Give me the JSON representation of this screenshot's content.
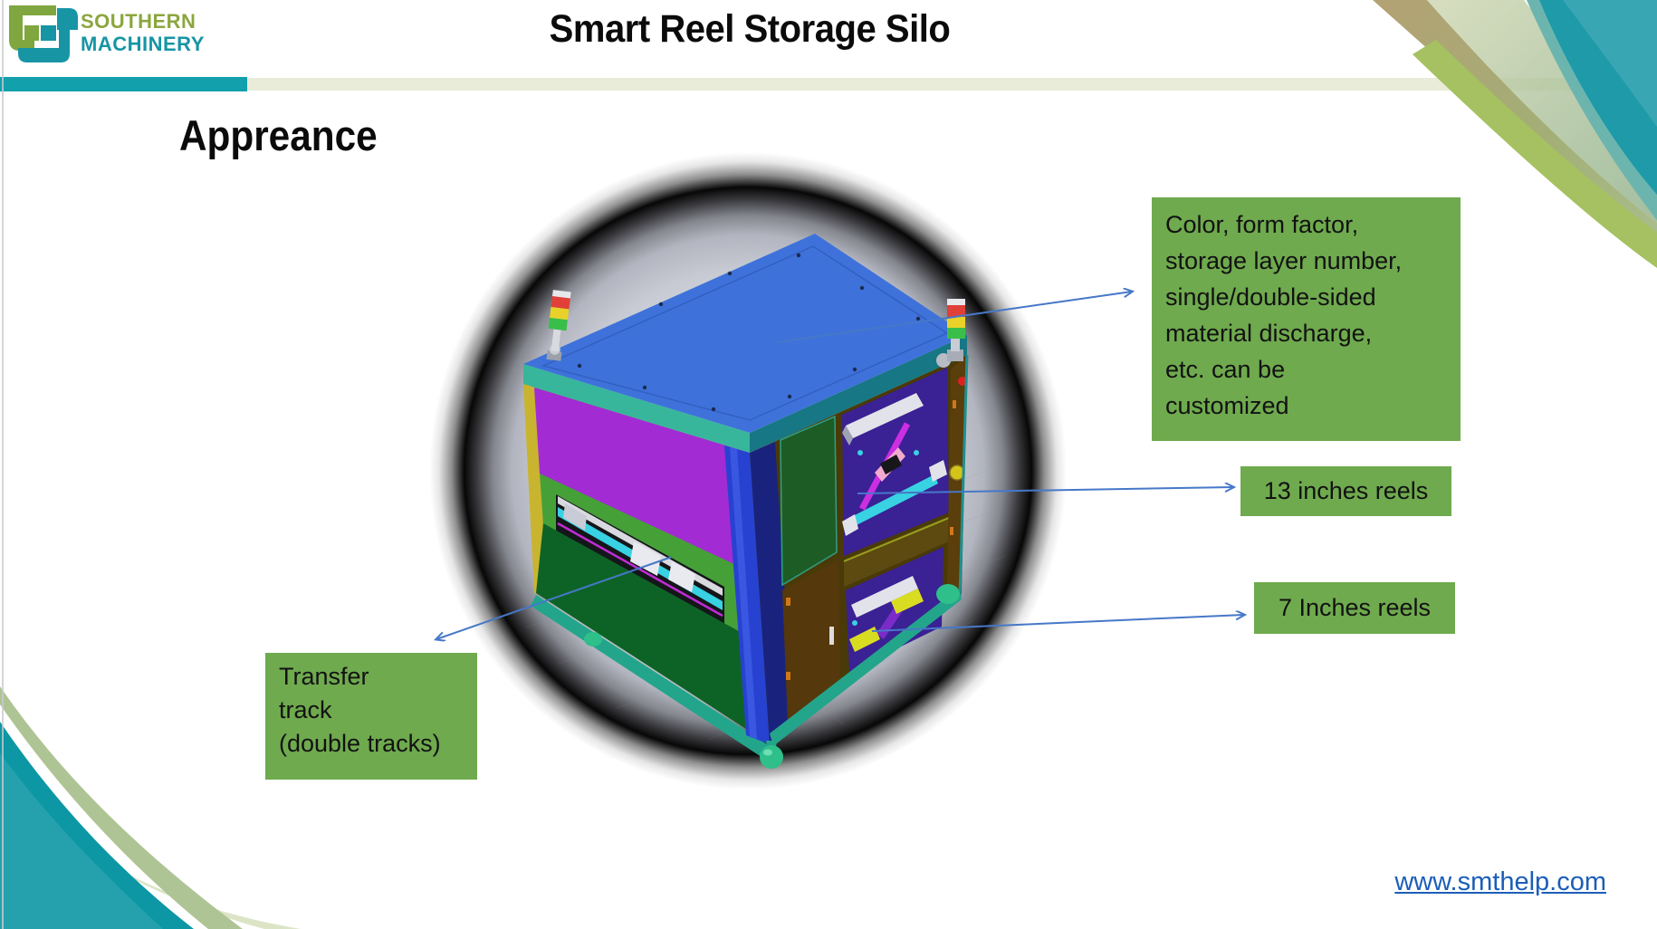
{
  "brand": {
    "line1": "SOUTHERN",
    "line2": "MACHINERY"
  },
  "header": {
    "title": "Smart Reel Storage Silo"
  },
  "slide": {
    "heading": "Appreance"
  },
  "callouts": {
    "customize": {
      "text": "Color, form factor,\nstorage layer number,\nsingle/double-sided\nmaterial discharge,\netc. can be\ncustomized"
    },
    "reels13": {
      "text": "13 inches reels"
    },
    "reels7": {
      "text": "7 Inches reels"
    },
    "transfer": {
      "text": "Transfer\ntrack\n(double tracks)"
    }
  },
  "footer": {
    "link": "www.smthelp.com"
  },
  "colors": {
    "callout_green": "#6FAA4E",
    "arrow_blue": "#4678C8",
    "brand_teal": "#1795A5",
    "brand_olive": "#8CA63E",
    "link_blue": "#1B5EB8",
    "header_bar_teal": "#12A0AD",
    "header_bar_pale": "#E8ECD8"
  }
}
